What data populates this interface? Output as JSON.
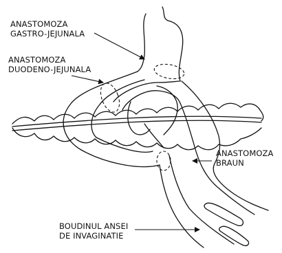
{
  "labels": {
    "gastro_jejunal": {
      "line1": "ANASTOMOZA",
      "line2": "GASTRO-JEJUNALA"
    },
    "duodeno_jejunal": {
      "line1": "ANASTOMOZA",
      "line2": "DUODENO-JEJUNALA"
    },
    "braun": {
      "line1": "ANASTOMOZA",
      "line2": "BRAUN"
    },
    "boudinul": {
      "line1": "BOUDINUL ANSEI",
      "line2": "DE INVAGINATIE"
    }
  },
  "colors": {
    "ink": "#111111",
    "background": "#ffffff"
  }
}
